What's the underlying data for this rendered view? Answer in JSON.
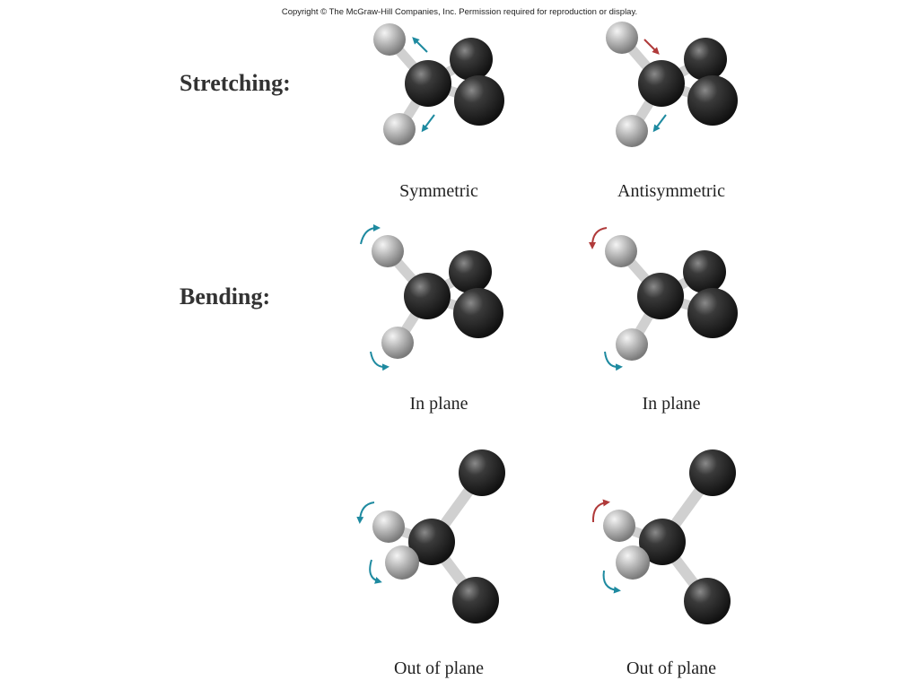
{
  "copyright": "Copyright © The McGraw-Hill Companies, Inc. Permission required for reproduction or display.",
  "headings": {
    "stretching": "Stretching:",
    "bending": "Bending:"
  },
  "captions": {
    "symmetric": "Symmetric",
    "antisymmetric": "Antisymmetric",
    "in_plane_1": "In plane",
    "in_plane_2": "In plane",
    "out_of_plane_1": "Out of plane",
    "out_of_plane_2": "Out of plane"
  },
  "colors": {
    "carbon_atom": "#2a2a2a",
    "hydrogen_atom": "#b5b5b5",
    "bond": "#d4d4d4",
    "arrow_teal": "#1e8aa0",
    "arrow_red": "#b03a3a"
  },
  "icons": {
    "motion_arrow": "motion-arrow-icon",
    "rotation_arrow": "rotation-arrow-icon"
  }
}
